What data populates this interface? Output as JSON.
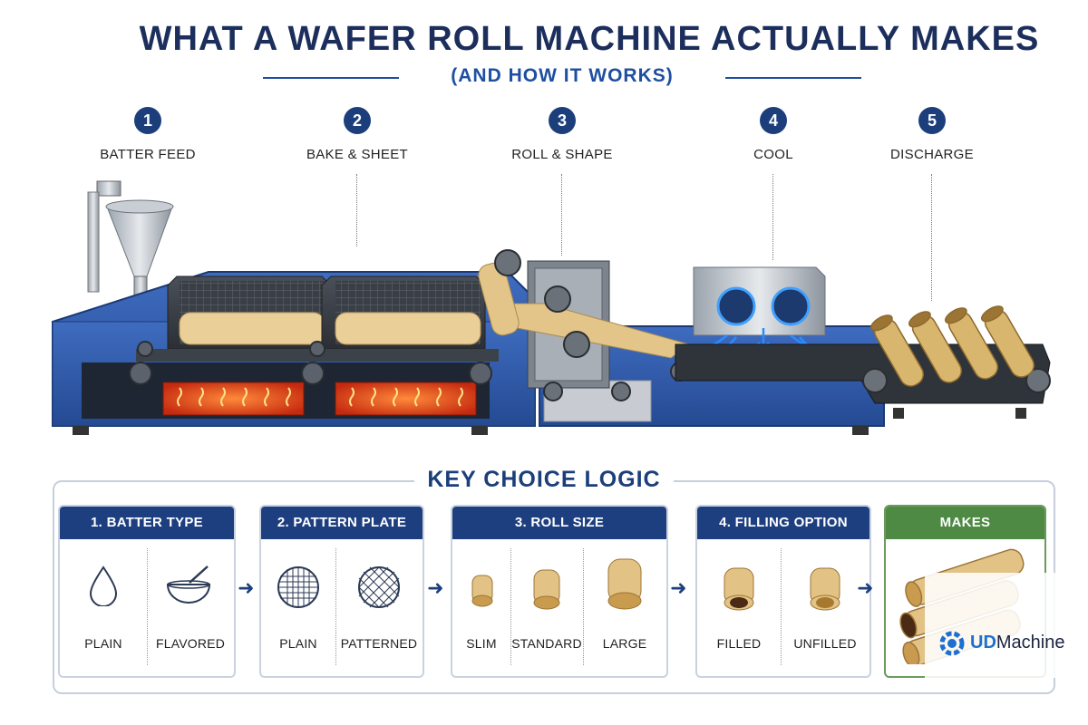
{
  "title": "WHAT A WAFER ROLL MACHINE ACTUALLY MAKES",
  "subtitle": "(AND HOW IT WORKS)",
  "steps": [
    {
      "num": "1",
      "label": "BATTER FEED"
    },
    {
      "num": "2",
      "label": "BAKE & SHEET"
    },
    {
      "num": "3",
      "label": "ROLL & SHAPE"
    },
    {
      "num": "4",
      "label": "COOL"
    },
    {
      "num": "5",
      "label": "DISCHARGE"
    }
  ],
  "logic": {
    "title": "KEY CHOICE LOGIC",
    "cards": [
      {
        "header": "1. BATTER TYPE",
        "options": [
          "PLAIN",
          "FLAVORED"
        ],
        "icons": [
          "droplet-icon",
          "mixing-bowl-icon"
        ]
      },
      {
        "header": "2. PATTERN PLATE",
        "options": [
          "PLAIN",
          "PATTERNED"
        ],
        "icons": [
          "square-grid-plate-icon",
          "diamond-pattern-plate-icon"
        ]
      },
      {
        "header": "3. ROLL  SIZE",
        "options": [
          "SLIM",
          "STANDARD",
          "LARGE"
        ],
        "icons": [
          "slim-roll-icon",
          "standard-roll-icon",
          "large-roll-icon"
        ]
      },
      {
        "header": "4. FILLING OPTION",
        "options": [
          "FILLED",
          "UNFILLED"
        ],
        "icons": [
          "filled-roll-icon",
          "unfilled-roll-icon"
        ]
      },
      {
        "header": "MAKES",
        "options": [],
        "icons": [
          "wafer-rolls-stack-icon"
        ]
      }
    ]
  },
  "brand": {
    "prefix": "UD",
    "name": "Machine"
  },
  "colors": {
    "navy": "#1c2e5c",
    "accent_blue": "#1e4fa0",
    "machine_blue": "#2f5aa8",
    "makes_green": "#4e8a44",
    "heater": "#ff5a1f",
    "wafer": "#e8c98a"
  }
}
